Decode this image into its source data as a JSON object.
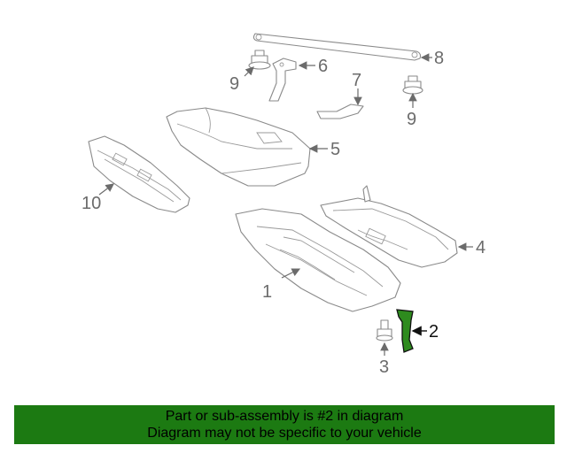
{
  "diagram": {
    "callouts": {
      "c1": "1",
      "c2": "2",
      "c3": "3",
      "c4": "4",
      "c5": "5",
      "c6": "6",
      "c7": "7",
      "c8": "8",
      "c9a": "9",
      "c9b": "9",
      "c10": "10"
    },
    "highlight_part": "2",
    "highlight_color": "#2e8b1e"
  },
  "footer": {
    "line1": "Part or sub-assembly is #2 in diagram",
    "line2": "Diagram may not be specific to your vehicle",
    "background": "#1c7a12"
  }
}
